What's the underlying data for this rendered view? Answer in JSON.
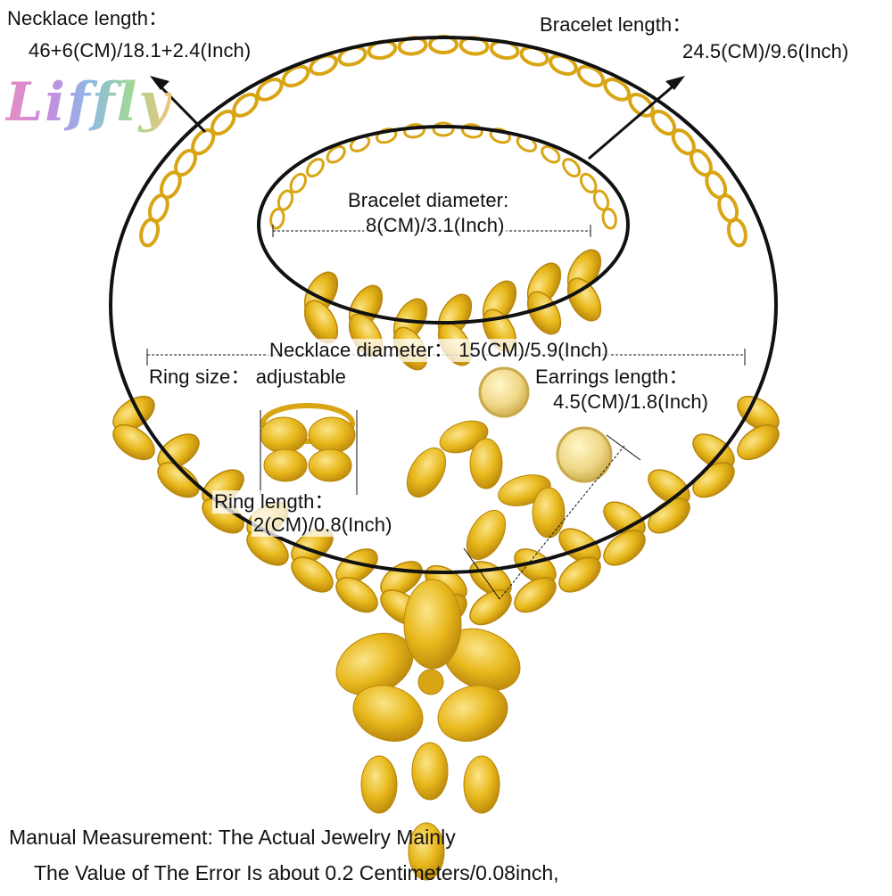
{
  "brand": {
    "logo_text": "Liffly",
    "colors": [
      "#e58fbf",
      "#c98be0",
      "#8fb7e6",
      "#9fd79a",
      "#f2c27a"
    ]
  },
  "labels": {
    "necklace_length_title": "Necklace length：",
    "necklace_length_value": "46+6(CM)/18.1+2.4(Inch)",
    "bracelet_length_title": "Bracelet length：",
    "bracelet_length_value": "24.5(CM)/9.6(Inch)",
    "bracelet_diameter_title": "Bracelet diameter:",
    "bracelet_diameter_value": "8(CM)/3.1(Inch)",
    "necklace_diameter": "Necklace diameter： 15(CM)/5.9(Inch)",
    "ring_size": "Ring size： adjustable",
    "earrings_length_title": "Earrings length：",
    "earrings_length_value": "4.5(CM)/1.8(Inch)",
    "ring_length_title": "Ring length：",
    "ring_length_value": "2(CM)/0.8(Inch)"
  },
  "footer": {
    "line1": "Manual Measurement:  The Actual Jewelry Mainly",
    "line2": "The Value of The Error Is about 0.2 Centimeters/0.08inch,"
  },
  "colors": {
    "gold": "#e8b81c",
    "gold_light": "#f7dc5a",
    "gold_dark": "#b8860b",
    "ink": "#111111"
  }
}
